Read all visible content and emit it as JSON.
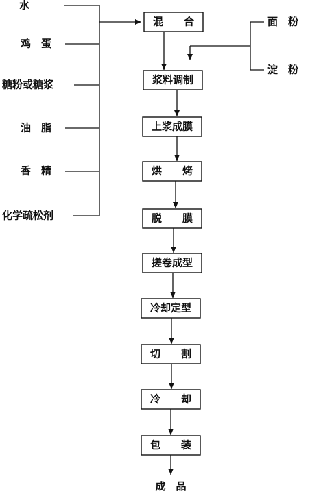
{
  "ingredients_left": [
    "水",
    "鸡　蛋",
    "糖粉或糖浆",
    "油　脂",
    "香　精",
    "化学疏松剂"
  ],
  "ingredients_right": [
    "面　粉",
    "淀　粉"
  ],
  "steps": [
    "混　　合",
    "浆料调制",
    "上浆成膜",
    "烘　　烤",
    "脱　　膜",
    "搓卷成型",
    "冷却定型",
    "切　　割",
    "冷　　却",
    "包　　装"
  ],
  "product": "成　品",
  "colors": {
    "line": "#111111",
    "text": "#111111",
    "background": "#ffffff"
  }
}
